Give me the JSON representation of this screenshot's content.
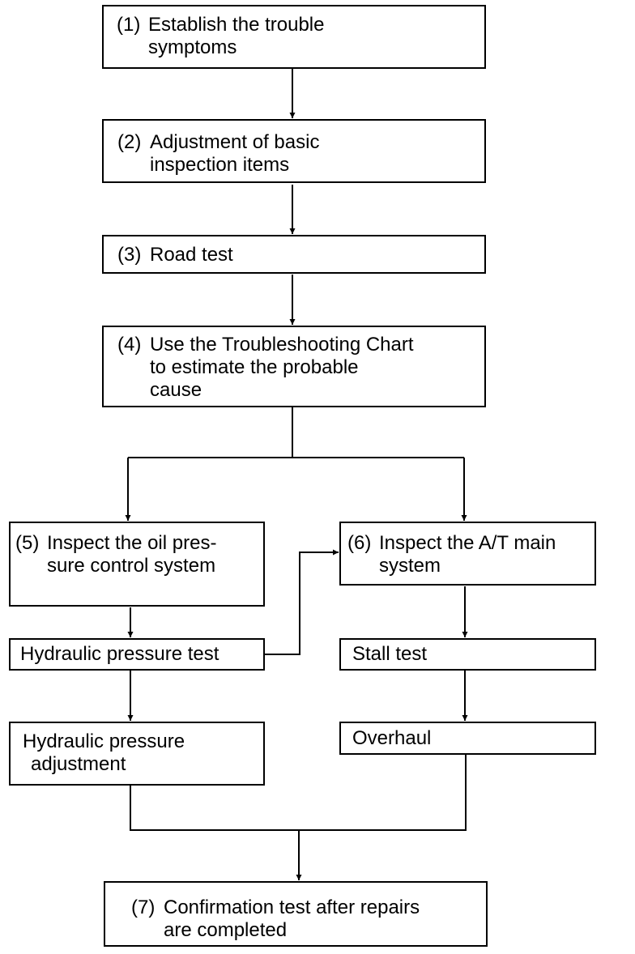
{
  "steps": {
    "s1": {
      "num": "(1)",
      "line1": "Establish the trouble",
      "line2": "symptoms"
    },
    "s2": {
      "num": "(2)",
      "line1": "Adjustment of basic",
      "line2": "inspection items"
    },
    "s3": {
      "num": "(3)",
      "line1": "Road test"
    },
    "s4": {
      "num": "(4)",
      "line1": "Use the Troubleshooting Chart",
      "line2": "to estimate the probable",
      "line3": "cause"
    },
    "s5": {
      "num": "(5)",
      "line1": "Inspect the oil pres-",
      "line2": "sure control system"
    },
    "s6": {
      "num": "(6)",
      "line1": "Inspect the A/T main",
      "line2": "system"
    },
    "s7": {
      "num": "(7)",
      "line1": "Confirmation test after repairs",
      "line2": "are completed"
    }
  },
  "tests": {
    "hydraulic_test": "Hydraulic pressure test",
    "hydraulic_adjust_line1": "Hydraulic pressure",
    "hydraulic_adjust_line2": "adjustment",
    "stall_test": "Stall test",
    "overhaul": "Overhaul"
  }
}
